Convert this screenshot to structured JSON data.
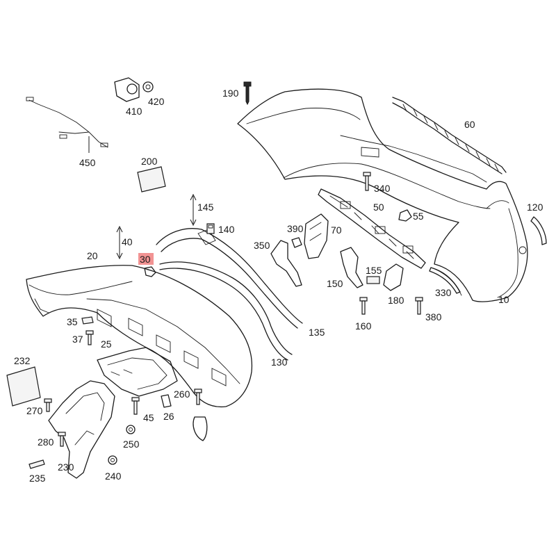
{
  "callouts": [
    {
      "id": "c10",
      "label": "10"
    },
    {
      "id": "c20",
      "label": "20"
    },
    {
      "id": "c25",
      "label": "25"
    },
    {
      "id": "c26",
      "label": "26"
    },
    {
      "id": "c30",
      "label": "30",
      "highlight": "#f08080"
    },
    {
      "id": "c35",
      "label": "35"
    },
    {
      "id": "c37",
      "label": "37"
    },
    {
      "id": "c40",
      "label": "40"
    },
    {
      "id": "c45",
      "label": "45"
    },
    {
      "id": "c50",
      "label": "50"
    },
    {
      "id": "c55",
      "label": "55"
    },
    {
      "id": "c60",
      "label": "60"
    },
    {
      "id": "c70",
      "label": "70"
    },
    {
      "id": "c120",
      "label": "120"
    },
    {
      "id": "c130",
      "label": "130"
    },
    {
      "id": "c135",
      "label": "135"
    },
    {
      "id": "c140",
      "label": "140"
    },
    {
      "id": "c145",
      "label": "145"
    },
    {
      "id": "c150",
      "label": "150"
    },
    {
      "id": "c155",
      "label": "155"
    },
    {
      "id": "c160",
      "label": "160"
    },
    {
      "id": "c180",
      "label": "180"
    },
    {
      "id": "c190",
      "label": "190"
    },
    {
      "id": "c200",
      "label": "200"
    },
    {
      "id": "c230",
      "label": "230"
    },
    {
      "id": "c232",
      "label": "232"
    },
    {
      "id": "c235",
      "label": "235"
    },
    {
      "id": "c240",
      "label": "240"
    },
    {
      "id": "c250",
      "label": "250"
    },
    {
      "id": "c260",
      "label": "260"
    },
    {
      "id": "c270",
      "label": "270"
    },
    {
      "id": "c280",
      "label": "280"
    },
    {
      "id": "c330",
      "label": "330"
    },
    {
      "id": "c340",
      "label": "340"
    },
    {
      "id": "c350",
      "label": "350"
    },
    {
      "id": "c380",
      "label": "380"
    },
    {
      "id": "c390",
      "label": "390"
    },
    {
      "id": "c410",
      "label": "410"
    },
    {
      "id": "c420",
      "label": "420"
    },
    {
      "id": "c450",
      "label": "450"
    }
  ]
}
